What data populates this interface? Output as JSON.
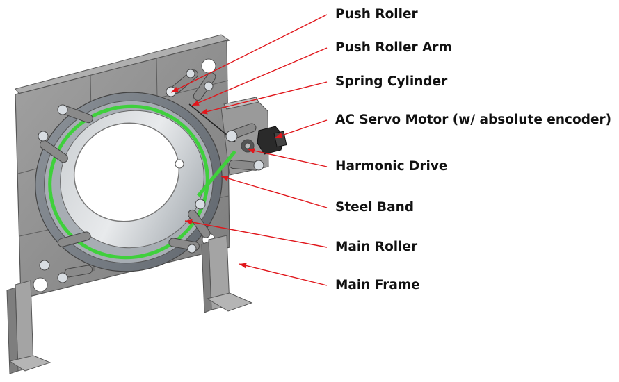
{
  "colors": {
    "leader": "#e0161b",
    "frame": "#8e8e8e",
    "frame_dark": "#6d6d6d",
    "ring": "#7a7f86",
    "band": "#3fd03c",
    "motor": "#2a2a2a"
  },
  "labels": [
    {
      "id": "push-roller",
      "text": "Push Roller"
    },
    {
      "id": "push-roller-arm",
      "text": "Push Roller Arm"
    },
    {
      "id": "spring-cylinder",
      "text": "Spring Cylinder"
    },
    {
      "id": "ac-servo-motor",
      "text": "AC Servo Motor (w/ absolute encoder)"
    },
    {
      "id": "harmonic-drive",
      "text": "Harmonic Drive"
    },
    {
      "id": "steel-band",
      "text": "Steel Band"
    },
    {
      "id": "main-roller",
      "text": "Main Roller"
    },
    {
      "id": "main-frame",
      "text": "Main Frame"
    }
  ]
}
